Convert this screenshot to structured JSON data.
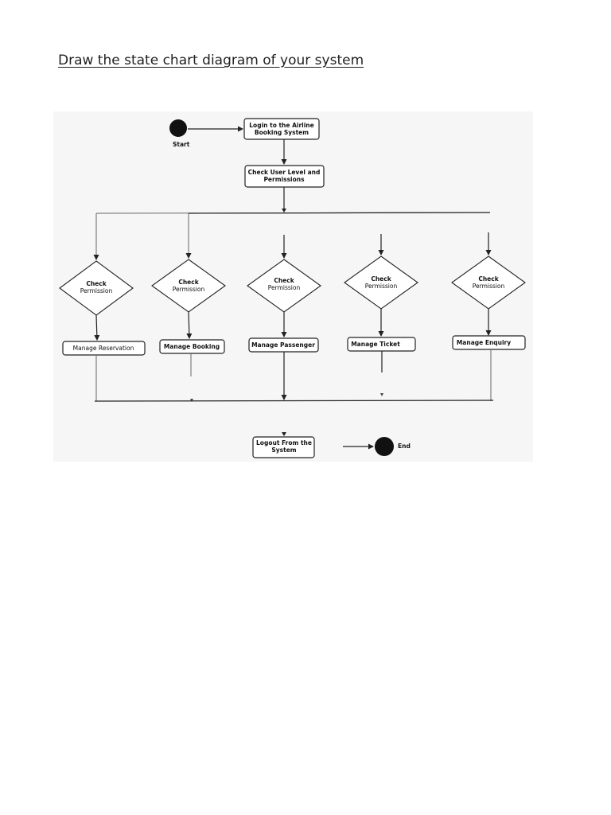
{
  "page": {
    "title": "Draw the state chart diagram of your system"
  },
  "diagram": {
    "start": {
      "label": "Start"
    },
    "end": {
      "label": "End"
    },
    "login": {
      "line1": "Login to the Airline",
      "line2": "Booking System"
    },
    "check_level": {
      "line1": "Check User Level and",
      "line2": "Permissions"
    },
    "decisions": [
      {
        "line1": "Check",
        "line2": "Permission"
      },
      {
        "line1": "Check",
        "line2": "Permission"
      },
      {
        "line1": "Check",
        "line2": "Permission"
      },
      {
        "line1": "Check",
        "line2": "Permission"
      },
      {
        "line1": "Check",
        "line2": "Permission"
      }
    ],
    "activities": [
      {
        "label": "Manage Reservation"
      },
      {
        "label": "Manage Booking"
      },
      {
        "label": "Manage Passenger"
      },
      {
        "label": "Manage Ticket"
      },
      {
        "label": "Manage Enquiry"
      }
    ],
    "logout": {
      "line1": "Logout From the",
      "line2": "System"
    }
  }
}
